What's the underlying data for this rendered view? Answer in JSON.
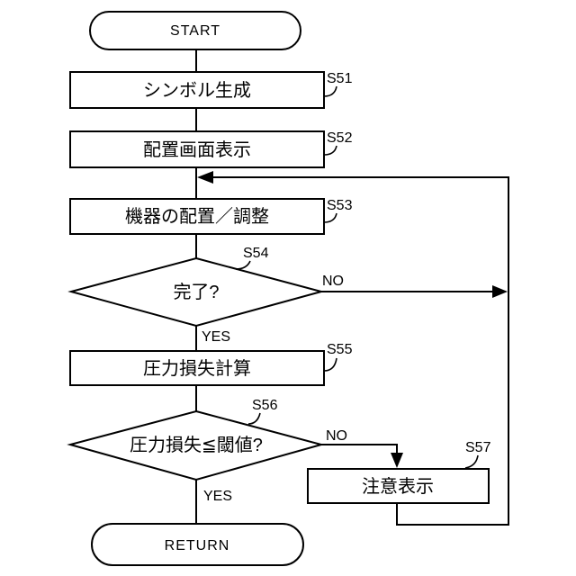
{
  "page": {
    "background_color": "#ffffff"
  },
  "flowchart": {
    "stroke_color": "#000000",
    "text_color": "#000000",
    "nodes": {
      "start": {
        "type": "terminator",
        "label": "START"
      },
      "s51": {
        "type": "process",
        "label": "シンボル生成",
        "step": "S51"
      },
      "s52": {
        "type": "process",
        "label": "配置画面表示",
        "step": "S52"
      },
      "s53": {
        "type": "process",
        "label": "機器の配置／調整",
        "step": "S53"
      },
      "s54": {
        "type": "decision",
        "label": "完了?",
        "step": "S54"
      },
      "s55": {
        "type": "process",
        "label": "圧力損失計算",
        "step": "S55"
      },
      "s56": {
        "type": "decision",
        "label": "圧力損失≦閾値?",
        "step": "S56"
      },
      "s57": {
        "type": "process",
        "label": "注意表示",
        "step": "S57"
      },
      "return": {
        "type": "terminator",
        "label": "RETURN"
      }
    },
    "branch_labels": {
      "s54_yes": "YES",
      "s54_no": "NO",
      "s56_yes": "YES",
      "s56_no": "NO"
    }
  }
}
